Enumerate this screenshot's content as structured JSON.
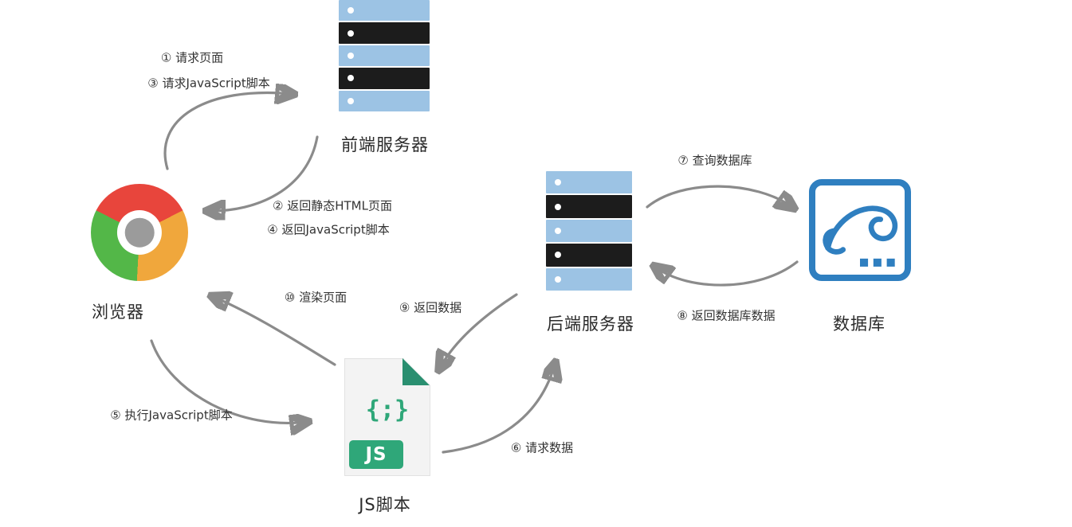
{
  "nodes": {
    "frontend_server": {
      "label": "前端服务器"
    },
    "browser": {
      "label": "浏览器"
    },
    "backend_server": {
      "label": "后端服务器"
    },
    "database": {
      "label": "数据库"
    },
    "js_script": {
      "label": "JS脚本",
      "code_glyph": "{;}",
      "badge": "JS"
    }
  },
  "steps": {
    "s1": "① 请求页面",
    "s2": "② 返回静态HTML页面",
    "s3": "③ 请求JavaScript脚本",
    "s4": "④ 返回JavaScript脚本",
    "s5": "⑤ 执行JavaScript脚本",
    "s6": "⑥ 请求数据",
    "s7": "⑦ 查询数据库",
    "s8": "⑧ 返回数据库数据",
    "s9": "⑨ 返回数据",
    "s10": "⑩ 渲染页面"
  },
  "colors": {
    "server_blue": "#9cc3e4",
    "server_dark": "#1c1c1c",
    "database_blue": "#2f7fc0",
    "js_green": "#2fa779",
    "js_fold": "#2a8f70",
    "arrow_gray": "#8b8b8b",
    "chrome_red": "#e8453c",
    "chrome_orange": "#f0a73c",
    "chrome_green": "#53b748",
    "chrome_center": "#9b9b9b"
  }
}
